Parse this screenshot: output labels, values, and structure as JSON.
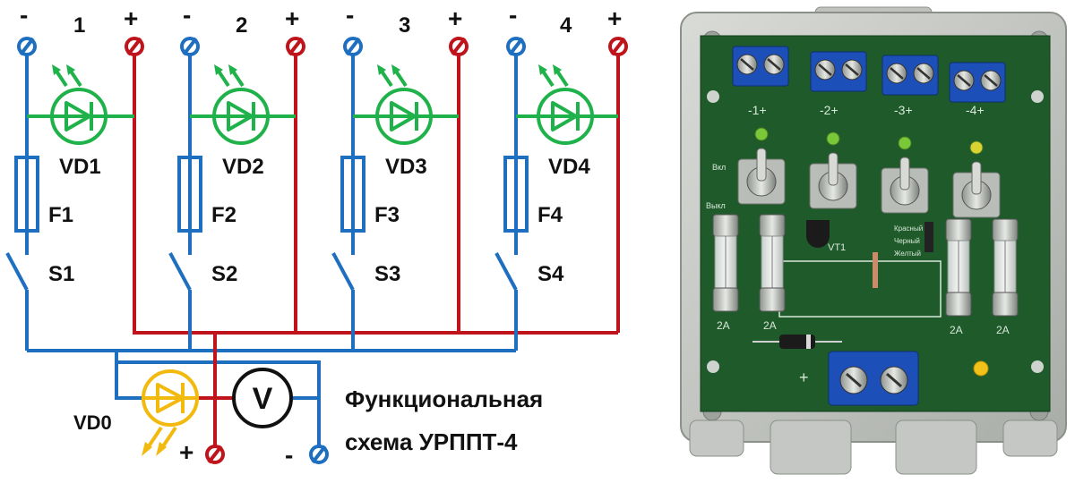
{
  "colors": {
    "negative": "#1f6fc0",
    "positive": "#c0141c",
    "led": "#1fb24a",
    "led_power": "#f2b90f",
    "text": "#111111",
    "enclosure": "#c9ccc8",
    "pcb": "#1e5a2a",
    "terminal_block": "#1d4fb8"
  },
  "channels": [
    {
      "number": "1",
      "minus": "-",
      "plus": "+",
      "led": "VD1",
      "fuse": "F1",
      "switch": "S1"
    },
    {
      "number": "2",
      "minus": "-",
      "plus": "+",
      "led": "VD2",
      "fuse": "F2",
      "switch": "S2"
    },
    {
      "number": "3",
      "minus": "-",
      "plus": "+",
      "led": "VD3",
      "fuse": "F3",
      "switch": "S3"
    },
    {
      "number": "4",
      "minus": "-",
      "plus": "+",
      "led": "VD4",
      "fuse": "F4",
      "switch": "S4"
    }
  ],
  "power": {
    "led": "VD0",
    "voltmeter": "V",
    "plus": "+",
    "minus": "-"
  },
  "caption": {
    "line1": "Функциональная",
    "line2": "схема УРППТ-4"
  },
  "photo": {
    "board_labels": [
      "-1+",
      "-2+",
      "-3+",
      "-4+"
    ],
    "fuse_ratings": [
      "2A",
      "2A",
      "2A",
      "2A"
    ],
    "input_label": "+",
    "marking_vt1": "VT1",
    "switch_marks": [
      "Вкл",
      "Выкл"
    ],
    "wire_marks": [
      "Красный",
      "Черный",
      "Желтый"
    ]
  }
}
